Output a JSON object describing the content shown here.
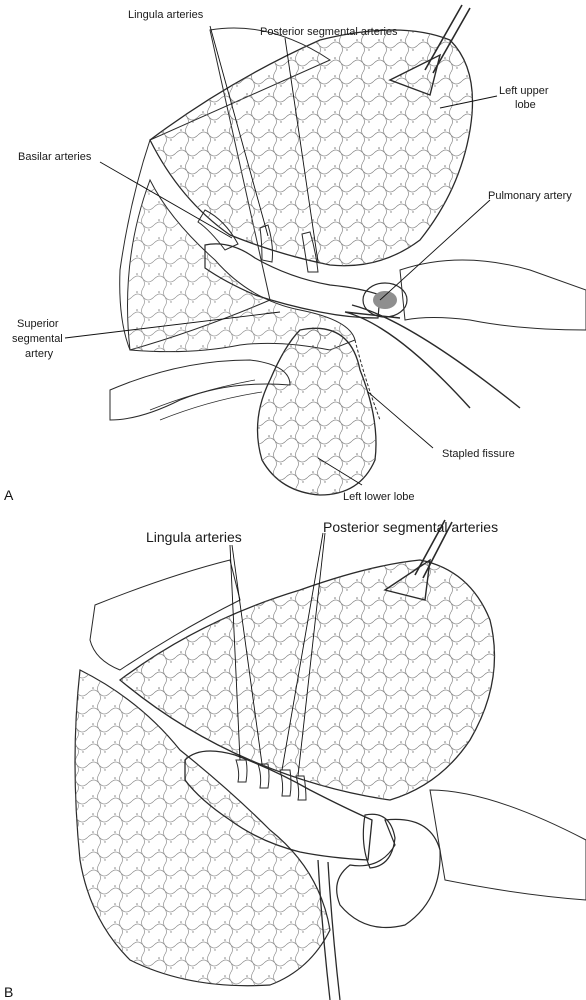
{
  "panel_a": {
    "letter": "A",
    "labels": {
      "lingula_arteries": "Lingula arteries",
      "posterior_segmental_arteries": "Posterior segmental arteries",
      "left_upper_lobe_line1": "Left upper",
      "left_upper_lobe_line2": "lobe",
      "basilar_arteries": "Basilar arteries",
      "pulmonary_artery": "Pulmonary artery",
      "superior_segmental_line1": "Superior",
      "superior_segmental_line2": "segmental",
      "superior_segmental_line3": "artery",
      "stapled_fissure": "Stapled fissure",
      "left_lower_lobe": "Left lower lobe"
    }
  },
  "panel_b": {
    "letter": "B",
    "labels": {
      "lingula_arteries": "Lingula arteries",
      "posterior_segmental_arteries": "Posterior segmental arteries"
    }
  }
}
